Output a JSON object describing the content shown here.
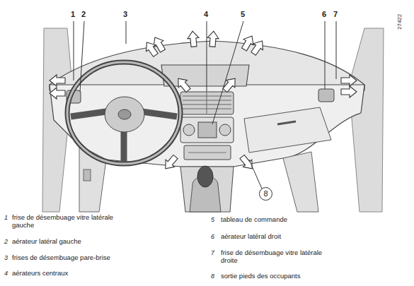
{
  "diagram": {
    "nodes": [
      {
        "text": [
          "8"
        ]
      }
    ],
    "labels": [
      "1",
      "2",
      "3",
      "4",
      "5",
      "6",
      "7",
      "27422",
      "1",
      "frise de désembuage vitre latérale gauche",
      "2",
      "aérateur latéral gauche",
      "3",
      "frises de désembuage pare-brise",
      "4",
      "aérateurs centraux",
      "5",
      "tableau de commande",
      "6",
      "aérateur latéral droit",
      "7",
      "frise de désembuage vitre latérale droite",
      "8",
      "sortie pieds des occupants"
    ]
  }
}
